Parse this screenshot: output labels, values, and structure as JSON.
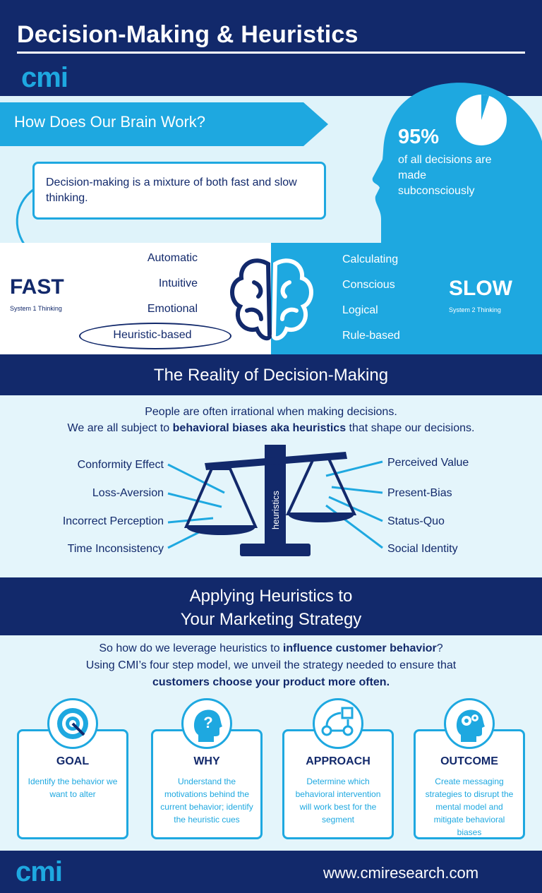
{
  "header": {
    "title": "Decision-Making & Heuristics",
    "logo": "cmi"
  },
  "brain": {
    "banner": "How Does Our Brain Work?",
    "callout": "Decision-making is a mixture of both fast and slow thinking.",
    "stat_pct": "95%",
    "stat_text": "of all decisions are made subconsciously",
    "stat_value": 0.95
  },
  "fast": {
    "label": "FAST",
    "sub": "System 1 Thinking",
    "items": [
      "Automatic",
      "Intuitive",
      "Emotional",
      "Heuristic-based"
    ]
  },
  "slow": {
    "label": "SLOW",
    "sub": "System 2 Thinking",
    "items": [
      "Calculating",
      "Conscious",
      "Logical",
      "Rule-based"
    ]
  },
  "reality": {
    "title": "The Reality of Decision-Making",
    "line1": "People are often irrational when making decisions.",
    "line2_pre": "We are all subject to ",
    "line2_bold": "behavioral biases aka heuristics",
    "line2_post": " that shape our decisions.",
    "scale_label": "heuristics",
    "biases_left": [
      "Conformity Effect",
      "Loss-Aversion",
      "Incorrect Perception",
      "Time Inconsistency"
    ],
    "biases_right": [
      "Perceived Value",
      "Present-Bias",
      "Status-Quo",
      "Social Identity"
    ]
  },
  "apply": {
    "title_l1": "Applying Heuristics to",
    "title_l2": "Your Marketing Strategy",
    "line1_pre": "So how do we leverage heuristics to ",
    "line1_bold": "influence customer behavior",
    "line1_post": "?",
    "line2": "Using CMI’s four step model, we unveil the strategy needed to ensure that",
    "line3": "customers choose your product more often.",
    "cards": [
      {
        "title": "GOAL",
        "text": "Identify the behavior we want to alter",
        "icon": "target-icon"
      },
      {
        "title": "WHY",
        "text": "Understand the motivations behind the current behavior; identify the heuristic cues",
        "icon": "question-head-icon"
      },
      {
        "title": "APPROACH",
        "text": "Determine which behavioral intervention will work best for the segment",
        "icon": "flow-icon"
      },
      {
        "title": "OUTCOME",
        "text": "Create messaging strategies to disrupt the mental model and mitigate behavioral biases",
        "icon": "gears-head-icon"
      }
    ]
  },
  "footer": {
    "logo": "cmi",
    "url": "www.cmiresearch.com"
  },
  "colors": {
    "navy": "#12296b",
    "cyan": "#1ea8e0",
    "light": "#e4f5fb"
  }
}
